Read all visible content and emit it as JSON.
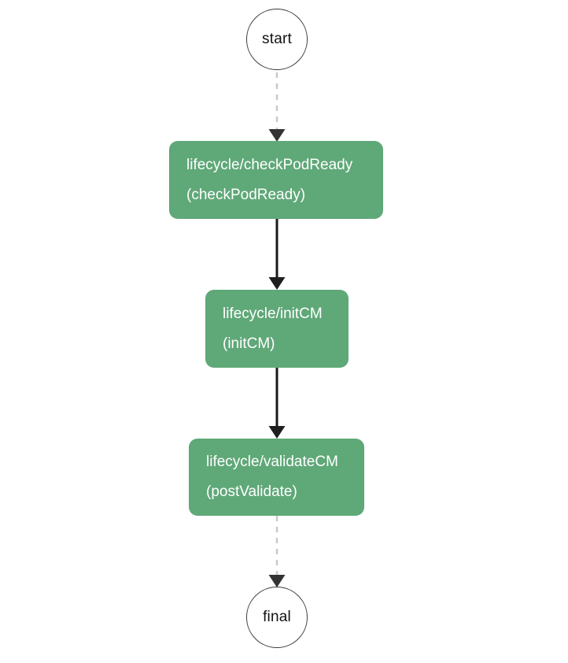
{
  "diagram": {
    "start": {
      "label": "start"
    },
    "final": {
      "label": "final"
    },
    "nodes": [
      {
        "title": "lifecycle/checkPodReady",
        "subtitle": "(checkPodReady)"
      },
      {
        "title": "lifecycle/initCM",
        "subtitle": "(initCM)"
      },
      {
        "title": "lifecycle/validateCM",
        "subtitle": "(postValidate)"
      }
    ],
    "edges": [
      {
        "from": "start",
        "to": "lifecycle/checkPodReady",
        "style": "dashed"
      },
      {
        "from": "lifecycle/checkPodReady",
        "to": "lifecycle/initCM",
        "style": "solid"
      },
      {
        "from": "lifecycle/initCM",
        "to": "lifecycle/validateCM",
        "style": "solid"
      },
      {
        "from": "lifecycle/validateCM",
        "to": "final",
        "style": "dashed"
      }
    ],
    "colors": {
      "node_fill": "#5fa878",
      "node_text": "#ffffff",
      "edge_solid": "#1a1a1a",
      "edge_dashed": "#c9c9c9",
      "arrowhead": "#333333",
      "circle_border": "#3c3c3c",
      "background": "#ffffff"
    }
  }
}
